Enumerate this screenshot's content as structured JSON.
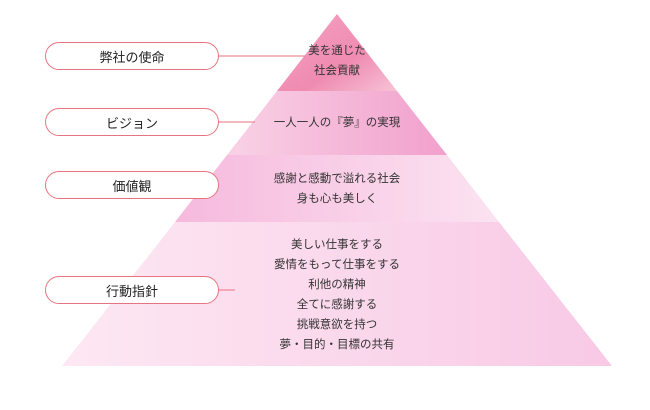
{
  "tiers": [
    {
      "label": "弊社の使命",
      "lines": [
        "美を通じた",
        "社会貢献"
      ]
    },
    {
      "label": "ビジョン",
      "lines": [
        "一人一人の『夢』の実現"
      ]
    },
    {
      "label": "価値観",
      "lines": [
        "感謝と感動で溢れる社会",
        "身も心も美しく"
      ]
    },
    {
      "label": "行動指針",
      "lines": [
        "美しい仕事をする",
        "愛情をもって仕事をする",
        "利他の精神",
        "全てに感謝する",
        "挑戦意欲を持つ",
        "夢・目的・目標の共有"
      ]
    }
  ],
  "colors": {
    "line": "#e8737f",
    "tier1": "#f08cb0",
    "tier2": "#f4a6cf",
    "tier3": "#f8c6e2",
    "tier4": "#fbdcef"
  }
}
